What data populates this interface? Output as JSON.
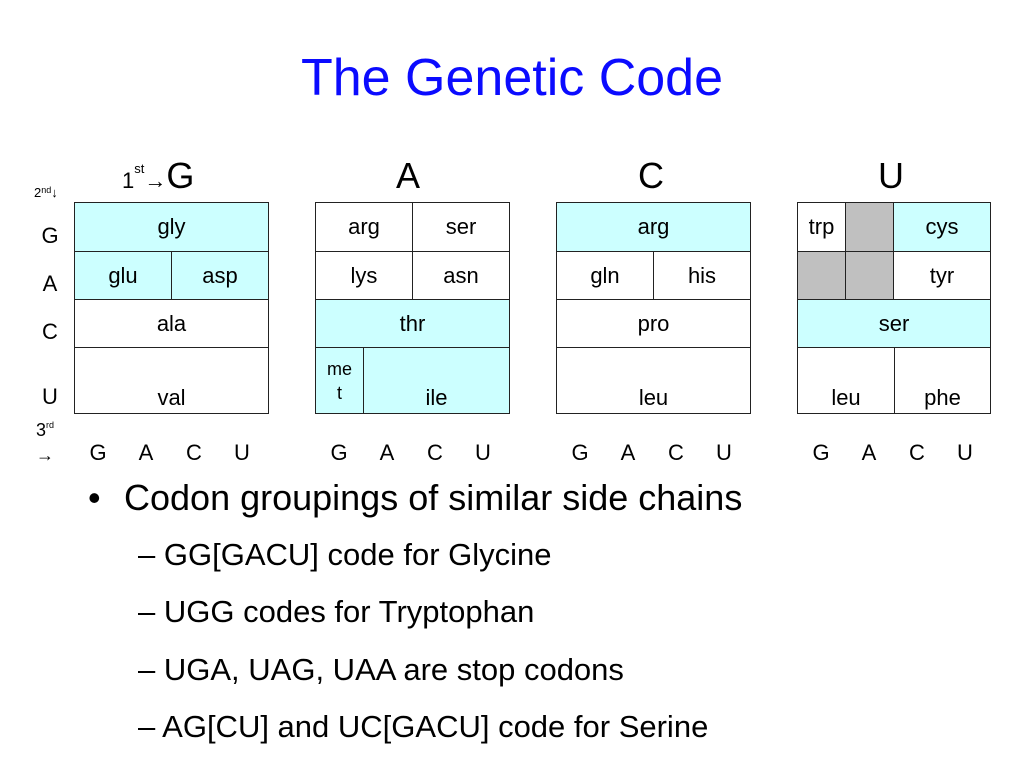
{
  "title": "The Genetic Code",
  "axis_labels": {
    "second": "2",
    "second_sup": "nd",
    "second_arrow": "↓",
    "first_prefix": "1",
    "first_sup": "st",
    "first_arrow": "→",
    "third": "3",
    "third_sup": "rd",
    "third_arrow": "→"
  },
  "first_bases": [
    "G",
    "A",
    "C",
    "U"
  ],
  "second_bases": [
    "G",
    "A",
    "C",
    "U"
  ],
  "third_bases": [
    "G",
    "A",
    "C",
    "U"
  ],
  "codon_cells": {
    "G": {
      "gly": "gly",
      "glu": "glu",
      "asp": "asp",
      "ala": "ala",
      "val": "val"
    },
    "A": {
      "arg": "arg",
      "ser": "ser",
      "lys": "lys",
      "asn": "asn",
      "thr": "thr",
      "met_line1": "me",
      "met_line2": "t",
      "ile": "ile"
    },
    "C": {
      "arg": "arg",
      "gln": "gln",
      "his": "his",
      "pro": "pro",
      "leu": "leu"
    },
    "U": {
      "trp": "trp",
      "cys": "cys",
      "tyr": "tyr",
      "ser": "ser",
      "leu": "leu",
      "phe": "phe"
    }
  },
  "colors": {
    "title": "#0b0bff",
    "hydrophobic_cell": "#ccffff",
    "stop_cell": "#c0c0c0"
  },
  "bullets": {
    "main": "Codon groupings of similar side chains",
    "bullet_symbol": "•",
    "sub_dash": "–",
    "subs": [
      "GG[GACU] code for Glycine",
      "UGG codes for Tryptophan",
      "UGA, UAG, UAA are stop codons",
      "AG[CU] and UC[GACU] code for Serine"
    ]
  }
}
